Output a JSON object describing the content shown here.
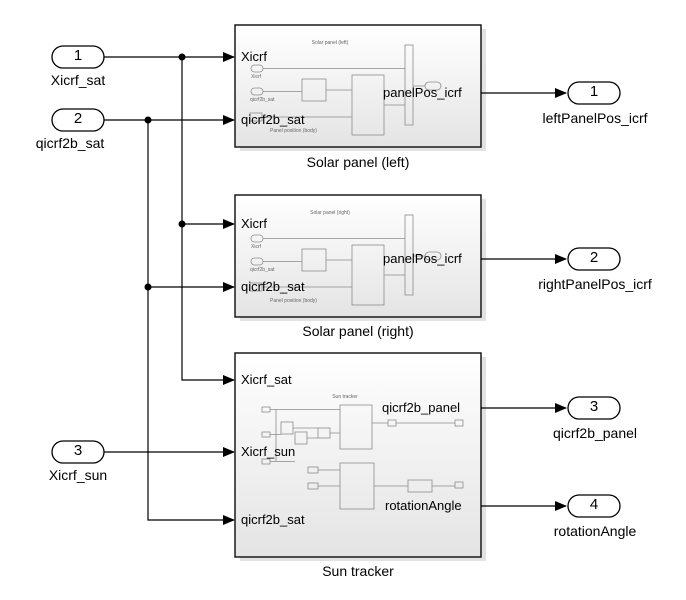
{
  "inports": [
    {
      "number": "1",
      "label": "Xicrf_sat"
    },
    {
      "number": "2",
      "label": "qicrf2b_sat"
    },
    {
      "number": "3",
      "label": "Xicrf_sun"
    }
  ],
  "outports": [
    {
      "number": "1",
      "label": "leftPanelPos_icrf"
    },
    {
      "number": "2",
      "label": "rightPanelPos_icrf"
    },
    {
      "number": "3",
      "label": "qicrf2b_panel"
    },
    {
      "number": "4",
      "label": "rotationAngle"
    }
  ],
  "subsystems": {
    "left": {
      "name": "Solar panel (left)",
      "inner_title": "Solar panel (left)",
      "inputs": [
        "Xicrf",
        "qicrf2b_sat"
      ],
      "outputs": [
        "panelPos_icrf"
      ],
      "inner_labels": [
        "Xicrf",
        "qicrf2b_sat",
        "Panel position (body)"
      ]
    },
    "right": {
      "name": "Solar panel (right)",
      "inner_title": "Solar panel (right)",
      "inputs": [
        "Xicrf",
        "qicrf2b_sat"
      ],
      "outputs": [
        "panelPos_icrf"
      ],
      "inner_labels": [
        "Xicrf",
        "qicrf2b_sat",
        "Panel position (body)"
      ]
    },
    "sun": {
      "name": "Sun tracker",
      "inner_title": "Sun tracker",
      "inputs": [
        "Xicrf_sat",
        "Xicrf_sun",
        "qicrf2b_sat"
      ],
      "outputs": [
        "qicrf2b_panel",
        "rotationAngle"
      ]
    }
  },
  "colors": {
    "line": "#000000",
    "block_border": "#1a1a1a",
    "block_fill_top": "#ffffff",
    "block_fill_bottom": "#e6e6e6",
    "inner": "#8c8c8c"
  }
}
